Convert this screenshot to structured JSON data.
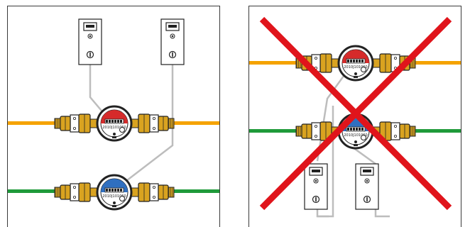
{
  "colors": {
    "hot_pipe": "#f5a300",
    "cold_pipe": "#1f9a3a",
    "hot_dial": "#d62b2b",
    "cold_dial": "#2f6fc0",
    "cross": "#e0141b",
    "brass": "#d9a320",
    "wire": "#bdbdbd",
    "outline": "#222222"
  },
  "diagrams": {
    "correct": {
      "hot_meter_serial": "2010J101060",
      "cold_meter_serial": "2010J101060"
    },
    "incorrect": {
      "hot_meter_serial": "2010J101060",
      "cold_meter_serial": "2010J101060"
    }
  },
  "icons": {
    "meter": "water-meter-icon",
    "module": "pulse-module-icon",
    "cross": "prohibited-cross-icon"
  }
}
